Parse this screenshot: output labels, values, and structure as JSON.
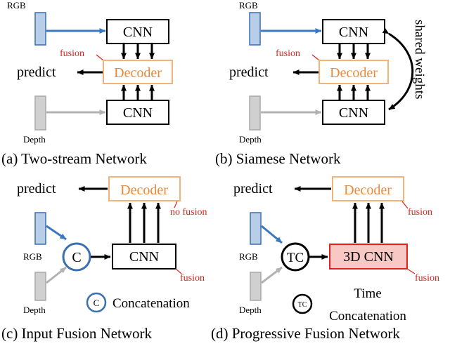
{
  "labels": {
    "rgb": "RGB",
    "depth": "Depth",
    "cnn": "CNN",
    "decoder": "Decoder",
    "predict": "predict",
    "fusion": "fusion",
    "no_fusion": "no fusion",
    "shared_weights": "shared weights",
    "cnn3d": "3D CNN",
    "concat_symbol": "C",
    "concat_legend": "Concatenation",
    "tc_symbol": "TC",
    "time_line1": "Time",
    "time_line2": "Concatenation"
  },
  "captions": {
    "a": "(a) Two-stream Network",
    "b": "(b) Siamese Network",
    "c": "(c) Input Fusion Network",
    "d": "(d) Progressive Fusion Network"
  },
  "colors": {
    "rgb_fill": "#b7cde8",
    "rgb_stroke": "#3a6fb0",
    "depth_fill": "#d0d0d0",
    "depth_stroke": "#a8a8a8",
    "blue_arrow": "#3a78c2",
    "gray_arrow": "#b2b2b2",
    "decoder_stroke": "#f2b27a",
    "decoder_text": "#e8893c",
    "fusion_text": "#e0201b",
    "cnn3d_fill": "#f8c8c4",
    "cnn3d_stroke": "#e0201b"
  }
}
